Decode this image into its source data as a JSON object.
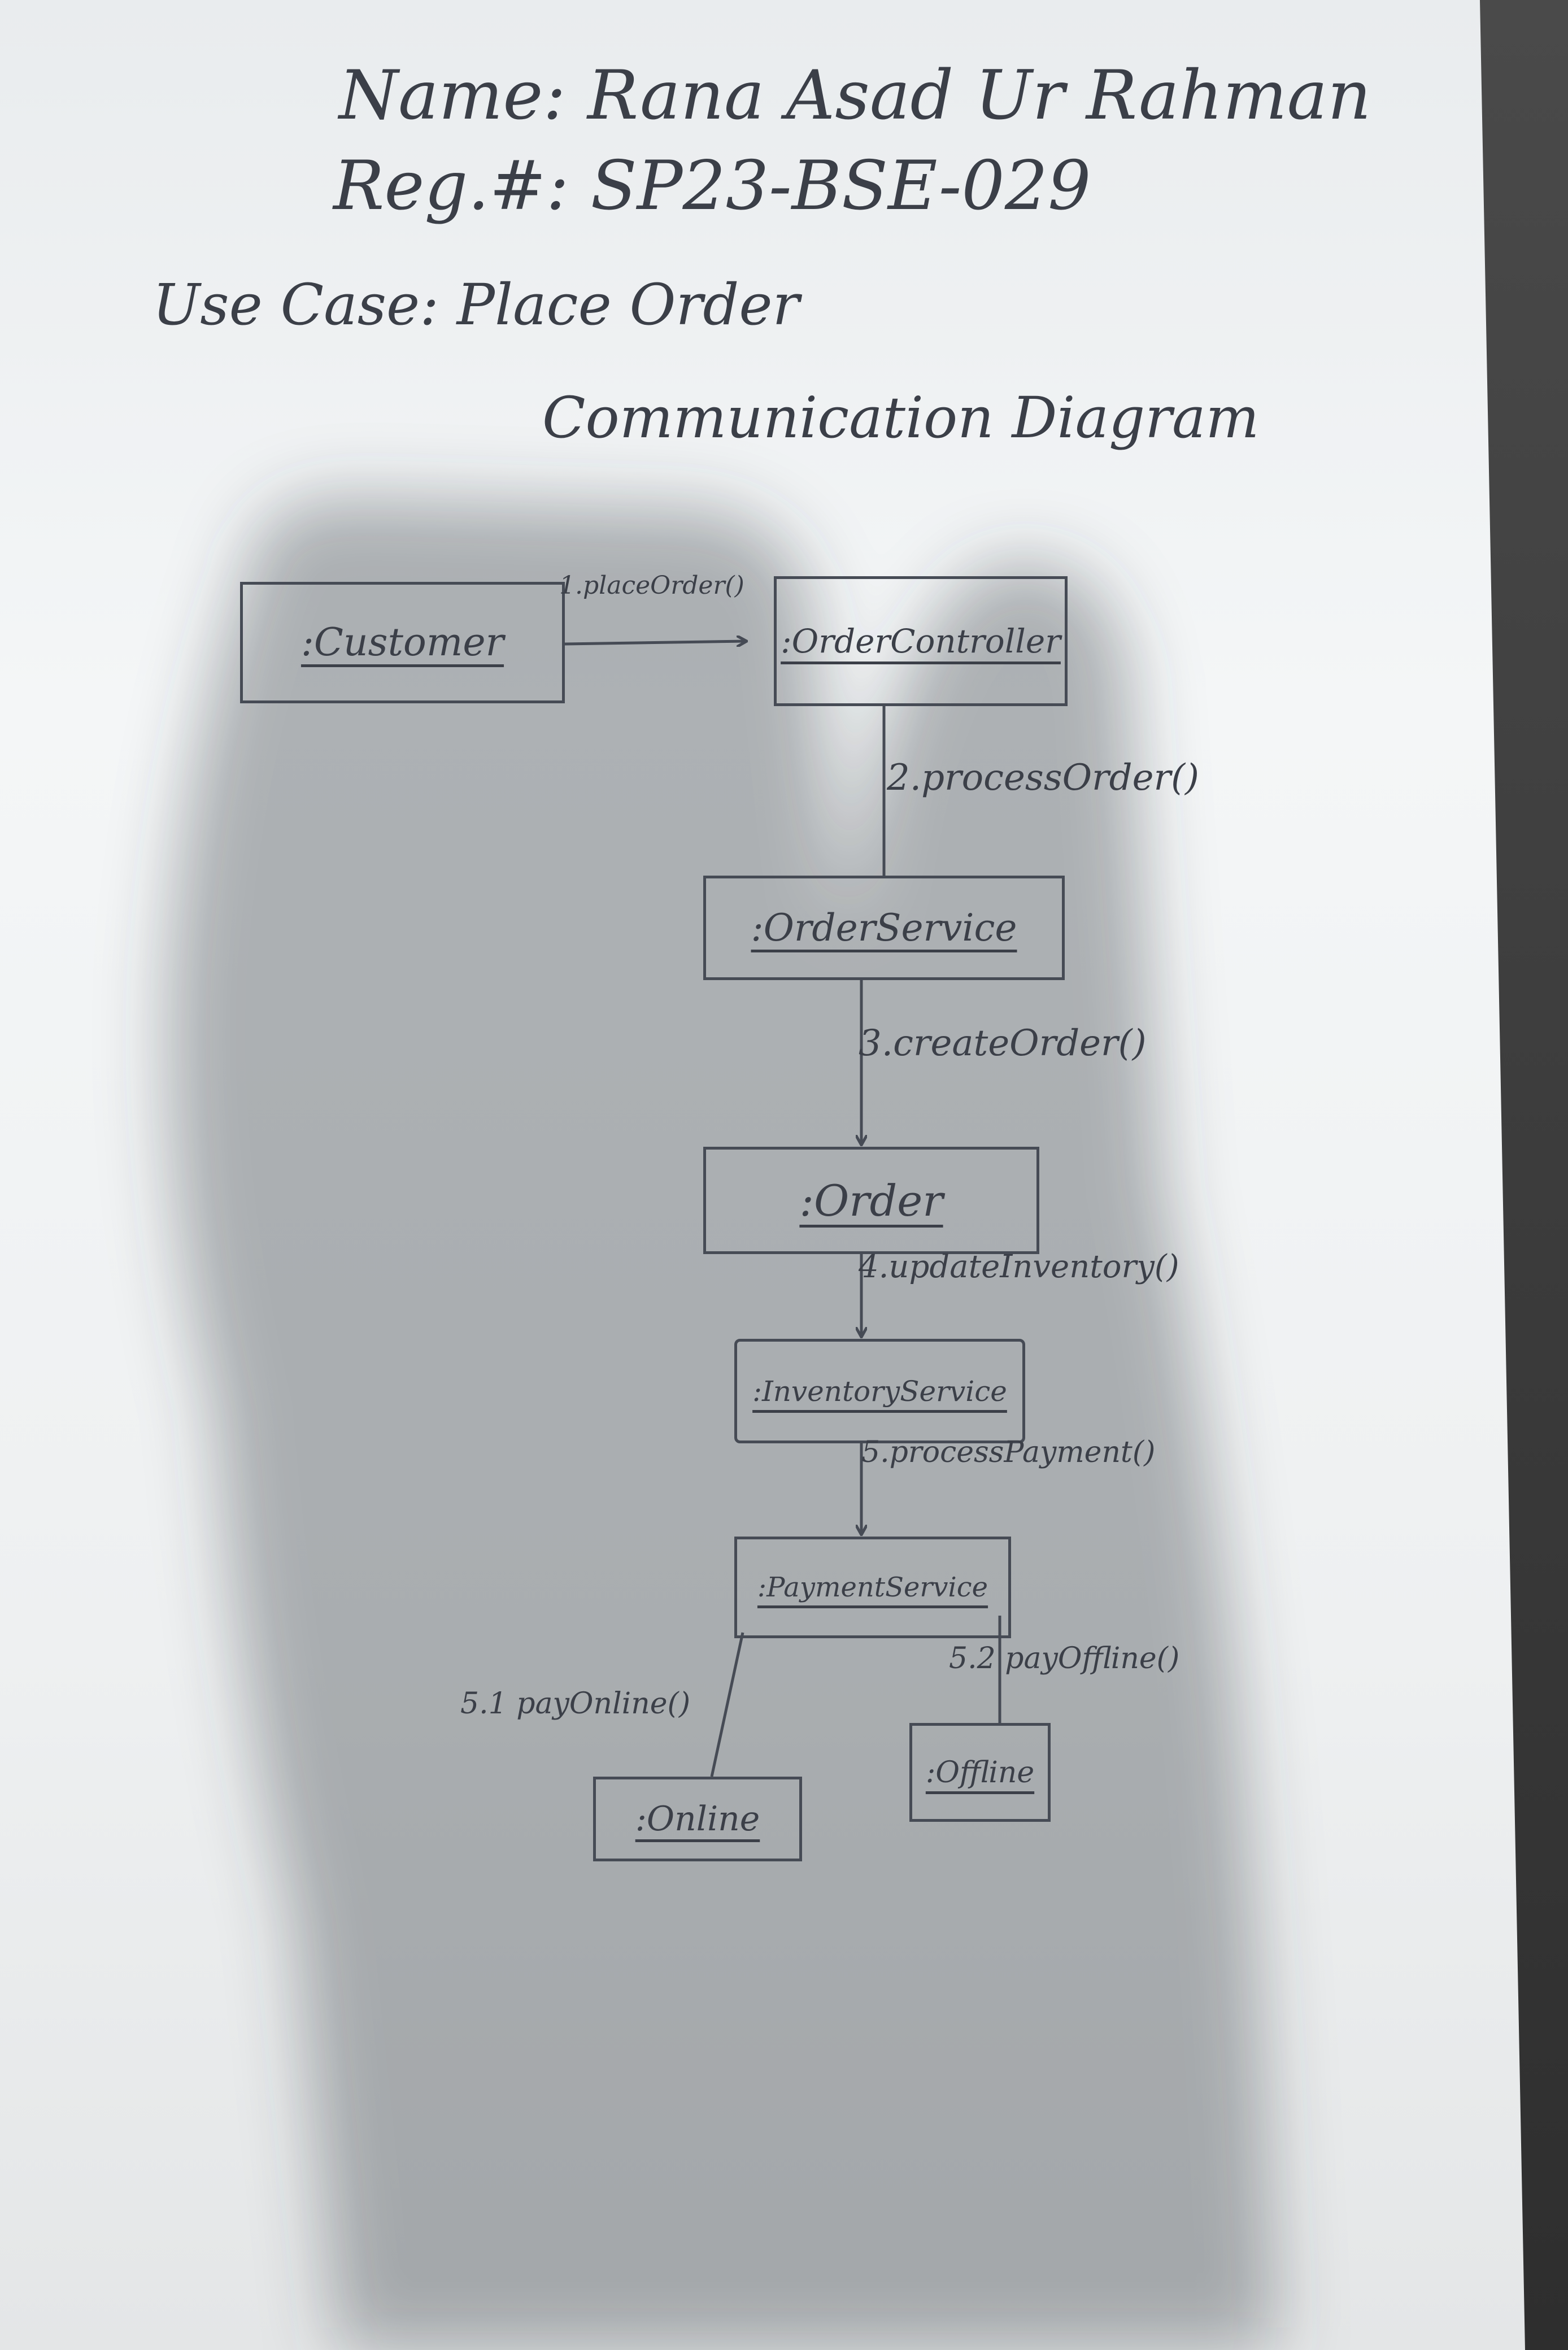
{
  "header": {
    "name_line": "Name: Rana Asad Ur Rahman",
    "reg_line": "Reg.#: SP23-BSE-029",
    "use_case_line": "Use Case: Place Order",
    "diagram_title": "Communication Diagram"
  },
  "objects": {
    "customer": ":Customer",
    "order_controller": ":OrderController",
    "order_service": ":OrderService",
    "order": ":Order",
    "inventory_service": ":InventoryService",
    "payment_service": ":PaymentService",
    "online": ":Online",
    "offline": ":Offline"
  },
  "messages": {
    "m1": "1.placeOrder()",
    "m2": "2.processOrder()",
    "m3": "3.createOrder()",
    "m4": "4.updateInventory()",
    "m5": "5.processPayment()",
    "m5_1": "5.1 payOnline()",
    "m5_2": "5.2 payOffline()"
  }
}
